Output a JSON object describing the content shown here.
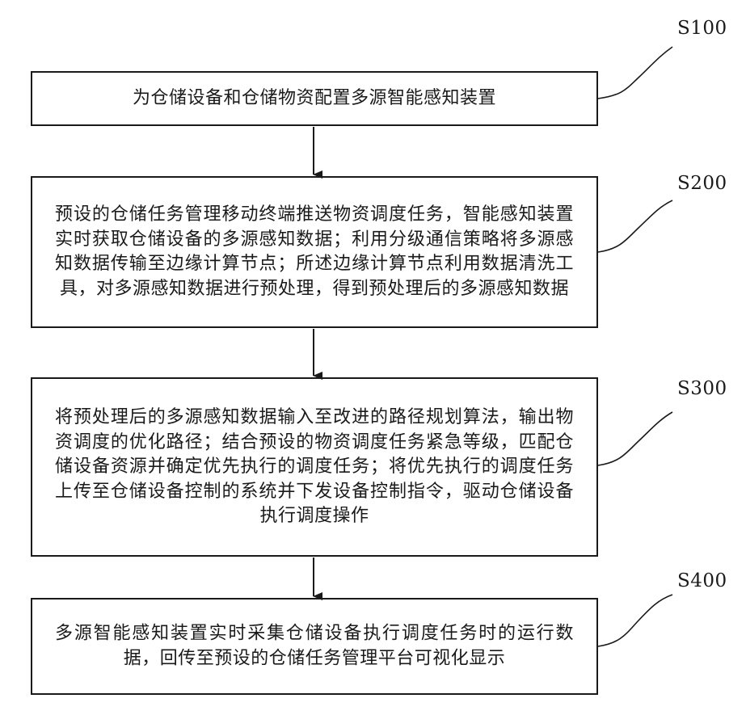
{
  "steps": [
    {
      "label": "S100",
      "text": "为仓储设备和仓储物资配置多源智能感知装置"
    },
    {
      "label": "S200",
      "text": "预设的仓储任务管理移动终端推送物资调度任务，智能感知装置实时获取仓储设备的多源感知数据；利用分级通信策略将多源感知数据传输至边缘计算节点；所述边缘计算节点利用数据清洗工具，对多源感知数据进行预处理，得到预处理后的多源感知数据"
    },
    {
      "label": "S300",
      "text": "将预处理后的多源感知数据输入至改进的路径规划算法，输出物资调度的优化路径；结合预设的物资调度任务紧急等级，匹配仓储设备资源并确定优先执行的调度任务；将优先执行的调度任务上传至仓储设备控制的系统并下发设备控制指令，驱动仓储设备执行调度操作"
    },
    {
      "label": "S400",
      "text": "多源智能感知装置实时采集仓储设备执行调度任务时的运行数据，回传至预设的仓储任务管理平台可视化显示"
    }
  ]
}
